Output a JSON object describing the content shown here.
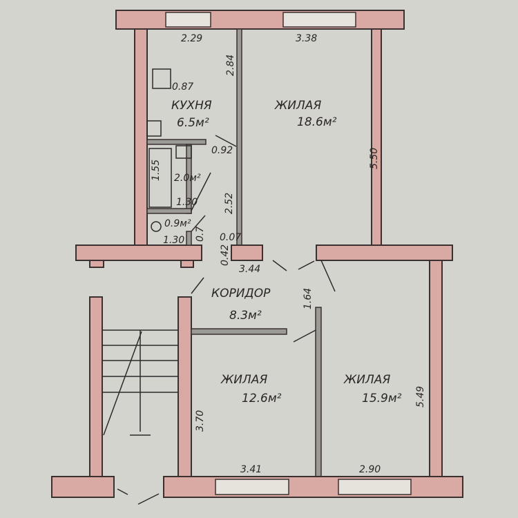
{
  "plan": {
    "rooms": {
      "kitchen": {
        "name": "КУХНЯ",
        "area": "6.5м²"
      },
      "living_top": {
        "name": "ЖИЛАЯ",
        "area": "18.6м²"
      },
      "bathroom": {
        "area": "2.0м²"
      },
      "toilet": {
        "area": "0.9м²"
      },
      "corridor": {
        "name": "КОРИДОР",
        "area": "8.3м²"
      },
      "living_left": {
        "name": "ЖИЛАЯ",
        "area": "12.6м²"
      },
      "living_right": {
        "name": "ЖИЛАЯ",
        "area": "15.9м²"
      }
    },
    "dimensions": {
      "kitchen_width": "2.29",
      "living_top_width": "3.38",
      "stove": "0.87",
      "kitchen_length": "2.84",
      "living_top_length": "5.50",
      "kitchen_door": "0.92",
      "bath_length": "1.55",
      "bath_width": "1.30",
      "bath_wall_length": "2.52",
      "toilet_door": "0.7",
      "toilet_width": "1.30",
      "wall_a": "0.07",
      "wall_b": "0.42",
      "corridor_width": "3.44",
      "corridor_depth": "1.64",
      "living_right_length": "5.49",
      "living_left_length": "3.70",
      "living_left_width": "3.41",
      "living_right_width": "2.90"
    }
  }
}
